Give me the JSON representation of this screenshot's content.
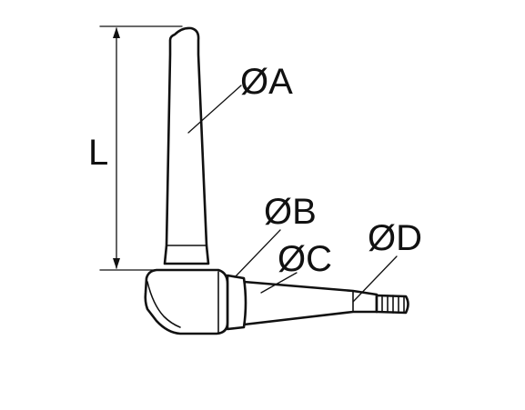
{
  "diagram": {
    "labels": {
      "length": "L",
      "diameter_a": "ØA",
      "diameter_b": "ØB",
      "diameter_c": "ØC",
      "diameter_d": "ØD"
    },
    "colors": {
      "line": "#111111",
      "background": "#ffffff"
    }
  }
}
